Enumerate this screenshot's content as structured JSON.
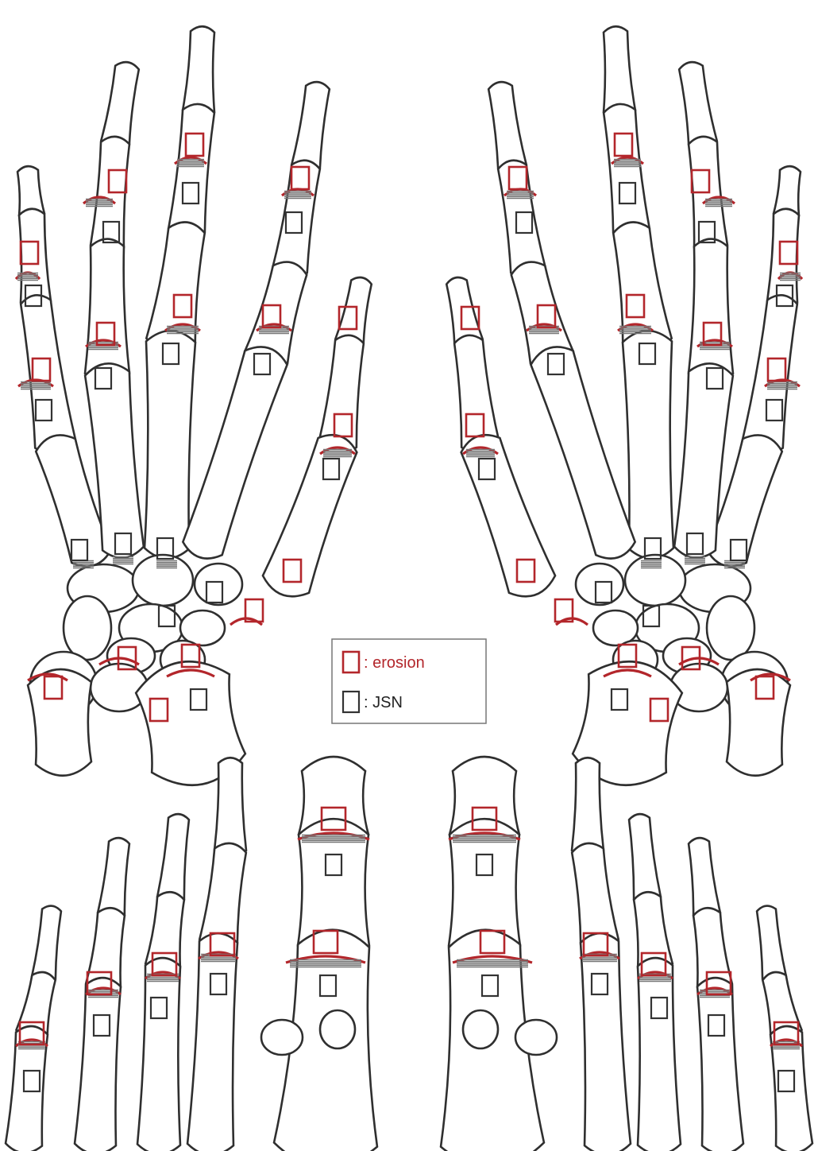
{
  "legend": {
    "items": [
      {
        "label": ": erosion",
        "color": "#b3262b",
        "kind": "erosion"
      },
      {
        "label": ": JSN",
        "color": "#222222",
        "kind": "jsn"
      }
    ]
  },
  "colors": {
    "bone_outline": "#2f2f2f",
    "affected_outline": "#b3262b",
    "erosion_marker": "#b3262b",
    "jsn_marker": "#333333"
  },
  "regions": [
    "left-hand",
    "right-hand",
    "left-foot",
    "right-foot"
  ]
}
